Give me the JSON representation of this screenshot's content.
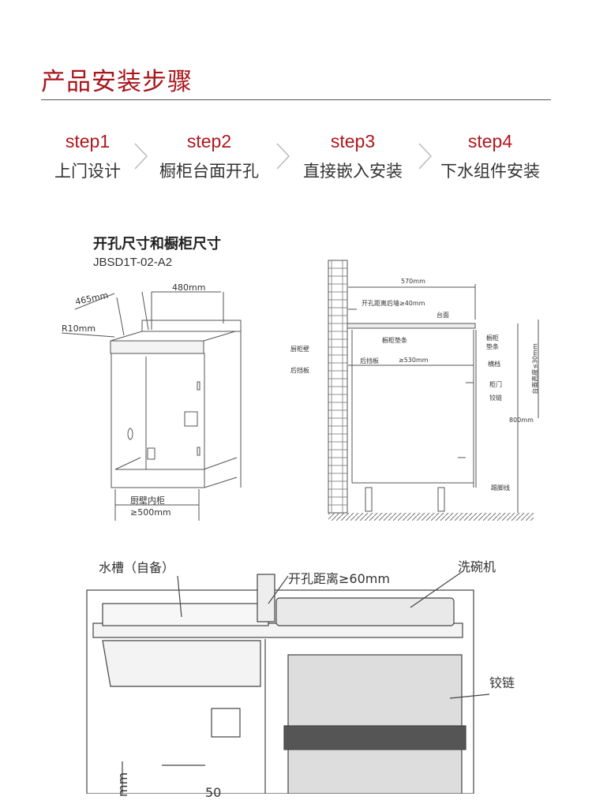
{
  "header": {
    "title": "产品安装步骤"
  },
  "steps": [
    {
      "num": "step1",
      "label": "上门设计"
    },
    {
      "num": "step2",
      "label": "橱柜台面开孔"
    },
    {
      "num": "step3",
      "label": "直接嵌入安装"
    },
    {
      "num": "step4",
      "label": "下水组件安装"
    }
  ],
  "cabinet_diagram": {
    "title": "开孔尺寸和橱柜尺寸",
    "model": "JBSD1T-02-A2",
    "dim_depth": "465mm",
    "dim_width": "480mm",
    "radius": "R10mm",
    "inner_label": "厨壁内柜",
    "inner_width": "≥500mm"
  },
  "side_diagram": {
    "dim_total": "570mm",
    "dim_wall": "开孔距离后墙≥40mm",
    "countertop": "台面",
    "pad_left": "橱柜垫条",
    "pad_right": "橱柜\n垫条",
    "back_panel": "后挡板",
    "inner_depth": "≥530mm",
    "crossbar": "横档",
    "door": "柜门",
    "hinge": "铰链",
    "thickness": "台面高度≤30mm",
    "height": "800mm",
    "wall_side": "厨柜壁",
    "baffle": "后挡板",
    "kick": "踢脚线"
  },
  "install_diagram": {
    "sink": "水槽（自备）",
    "distance": "开孔距离≥60mm",
    "dishwasher": "洗碗机",
    "hinge": "铰链",
    "dim_cut": "mm",
    "dim_bottom": "50"
  }
}
